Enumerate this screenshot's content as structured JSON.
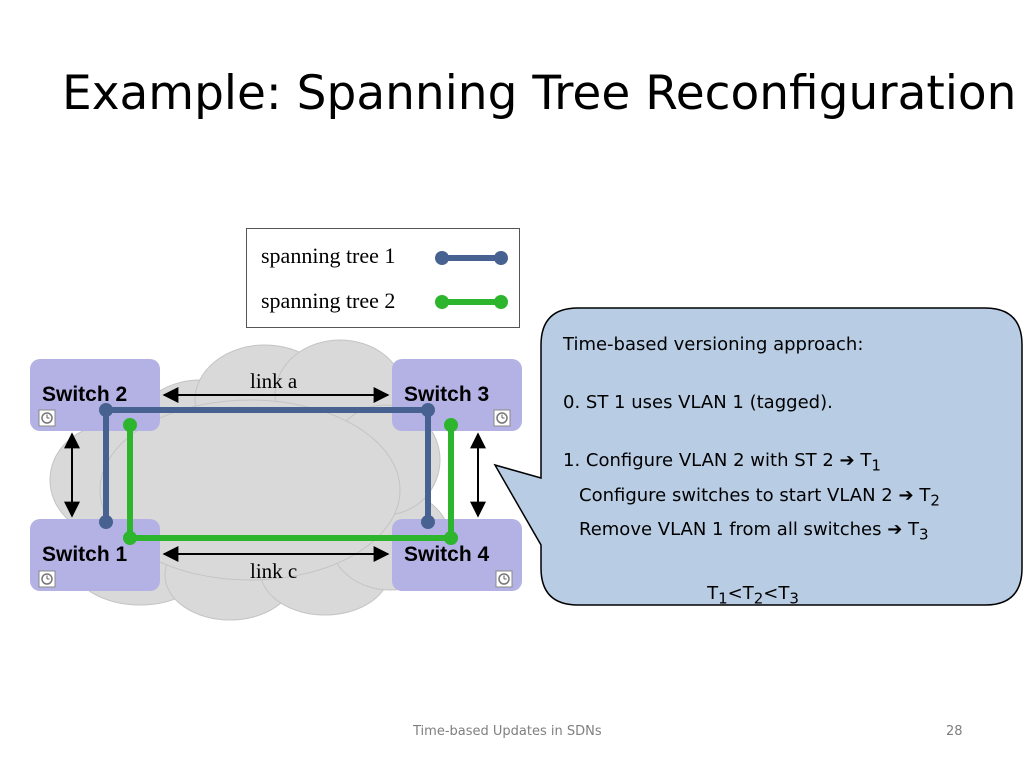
{
  "title": "Example: Spanning Tree Reconfiguration",
  "legend": [
    {
      "label": "spanning tree 1",
      "color": "#476290"
    },
    {
      "label": "spanning tree 2",
      "color": "#2db52d"
    }
  ],
  "switches": {
    "s1": "Switch 1",
    "s2": "Switch 2",
    "s3": "Switch 3",
    "s4": "Switch 4"
  },
  "links": {
    "a": "link a",
    "c": "link c"
  },
  "callout": {
    "heading": "Time-based versioning approach:",
    "step0": "0. ST 1 uses VLAN 1 (tagged).",
    "step1_text": "1. Configure VLAN 2 with ST 2",
    "step1_t": "T",
    "step1_sub": "1",
    "step2_text": "Configure switches to start VLAN 2",
    "step2_t": "T",
    "step2_sub": "2",
    "step3_text": "Remove VLAN 1 from all switches",
    "step3_t": "T",
    "step3_sub": "3",
    "order_t1": "T",
    "order_s1": "1",
    "order_lt1": "<T",
    "order_s2": "2",
    "order_lt2": "<T",
    "order_s3": "3"
  },
  "colors": {
    "switch_fill": "#b4b2e4",
    "callout_fill": "#b8cce4",
    "cloud": "#d9d9d9"
  },
  "footer": {
    "center": "Time-based Updates in SDNs",
    "page": "28"
  }
}
